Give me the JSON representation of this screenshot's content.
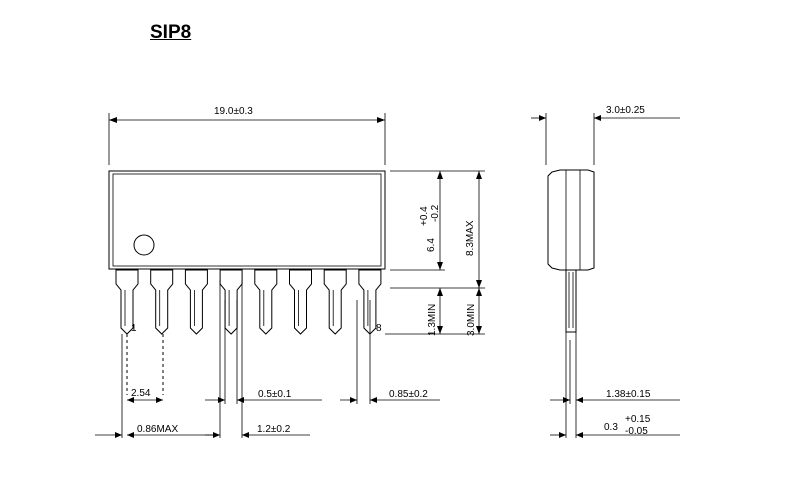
{
  "title": "SIP8",
  "dimensions": {
    "overall_length": "19.0±0.3",
    "side_thickness": "3.0±0.25",
    "body_height_main": "6.4",
    "body_height_tol_plus": "+0.4",
    "body_height_tol_minus": "-0.2",
    "total_height_max": "8.3MAX",
    "lead_min_1": "1.3MIN",
    "lead_min_2": "3.0MIN",
    "pitch": "2.54",
    "lead_width": "0.5±0.1",
    "lead_end_gap": "0.85±0.2",
    "max_width": "0.86MAX",
    "shoulder_width": "1.2±0.2",
    "side_lead_pos": "1.38±0.15",
    "lead_thickness_main": "0.3",
    "lead_thickness_tol_plus": "+0.15",
    "lead_thickness_tol_minus": "-0.05"
  },
  "pins": {
    "first": "1",
    "last": "8"
  }
}
